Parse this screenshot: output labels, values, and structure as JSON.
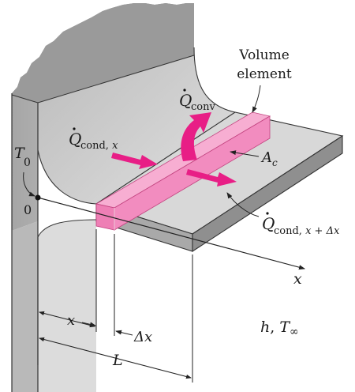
{
  "labels": {
    "volume_element_line1": "Volume",
    "volume_element_line2": "element",
    "q_conv_symbol": "Q",
    "q_conv_sub": "conv",
    "q_cond_x_symbol": "Q",
    "q_cond_x_sub": "cond, ",
    "q_cond_x_sub_var": "x",
    "q_cond_xdx_symbol": "Q",
    "q_cond_xdx_sub": "cond, ",
    "q_cond_xdx_sub_var": "x + Δx",
    "area_symbol": "A",
    "area_sub": "c",
    "t0_symbol": "T",
    "t0_sub": "0",
    "origin": "0",
    "x_axis": "x",
    "dim_x": "x",
    "dim_dx": "Δx",
    "dim_L": "L",
    "conv_cond_h": "h",
    "conv_cond_sep": ", ",
    "conv_cond_T": "T",
    "conv_cond_sub": "∞"
  },
  "colors": {
    "wall_dark": "#9c9c9c",
    "wall_mid": "#b4b4b4",
    "wall_light": "#d2d2d2",
    "wall_face": "#e6e6e6",
    "fin_top": "#d7d7d7",
    "fin_front": "#a8a8a8",
    "fin_side": "#8e8e8e",
    "element_top": "#f7a9cf",
    "element_front": "#f07fb6",
    "element_side": "#e0619f",
    "arrow_pink": "#e81e86",
    "line": "#222222"
  }
}
